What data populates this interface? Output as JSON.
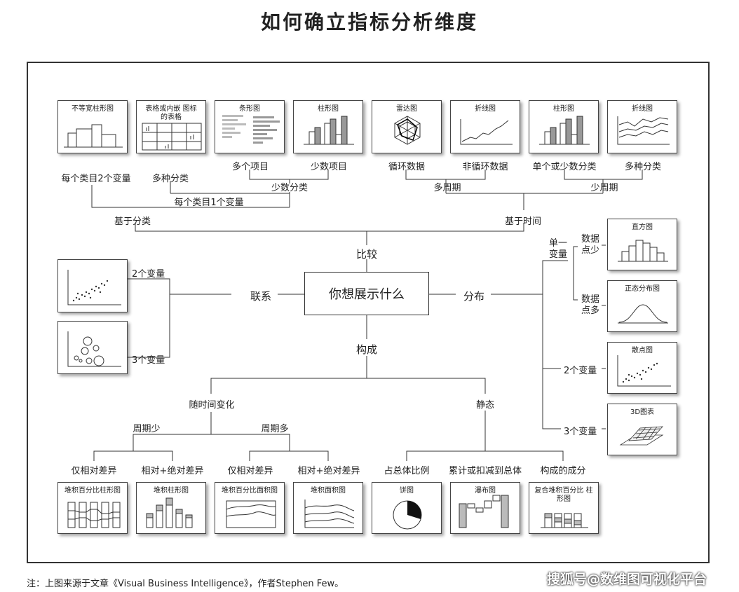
{
  "title": "如何确立指标分析维度",
  "center": "你想展示什么",
  "branches": {
    "compare": "比较",
    "relation": "联系",
    "distribution": "分布",
    "composition": "构成"
  },
  "compare": {
    "by_category": "基于分类",
    "by_time": "基于时间",
    "two_var_per_item": "每个类目2个变量",
    "multi_category": "多种分类",
    "one_var_per_item": "每个类目1个变量",
    "few_categories": "少数分类",
    "many_items": "多个项目",
    "few_items": "少数项目",
    "multi_period": "多周期",
    "few_period": "少周期",
    "cyclic": "循环数据",
    "noncyclic": "非循环数据",
    "single_few_cat": "单个或少数分类",
    "multi_cat": "多种分类"
  },
  "relation": {
    "two_var": "2个变量",
    "three_var": "3个变量"
  },
  "distribution": {
    "single_var": "单一 变量",
    "few_points": "数据 点少",
    "many_points": "数据 点多",
    "two_var": "2个变量",
    "three_var": "3个变量"
  },
  "composition": {
    "over_time": "随时间变化",
    "static": "静态",
    "few_periods": "周期少",
    "many_periods": "周期多",
    "relative_only_1": "仅相对差异",
    "rel_abs_1": "相对+绝对差异",
    "relative_only_2": "仅相对差异",
    "rel_abs_2": "相对+绝对差异",
    "share_total": "占总体比例",
    "accumulate": "累计或扣减到总体",
    "components": "构成的成分"
  },
  "cards": {
    "variable_width": "不等宽柱形图",
    "table_embedded": "表格或内嵌 图标的表格",
    "bar_h": "条形图",
    "column1": "柱形图",
    "radar": "雷达图",
    "line1": "折线图",
    "column2": "柱形图",
    "line2": "折线图",
    "histogram": "直方图",
    "normal": "正态分布图",
    "scatter": "散点图",
    "surface3d": "3D图表",
    "stack_pct_col": "堆积百分比柱形图",
    "stack_col": "堆积柱形图",
    "stack_pct_area": "堆积百分比面积图",
    "stack_area": "堆积面积图",
    "pie": "饼图",
    "waterfall": "瀑布图",
    "compound_stack": "复合堆积百分比 柱形图"
  },
  "note": "注：上图来源于文章《Visual Business Intelligence》，作者Stephen Few。",
  "watermark": "搜狐号@数维图可视化平台"
}
